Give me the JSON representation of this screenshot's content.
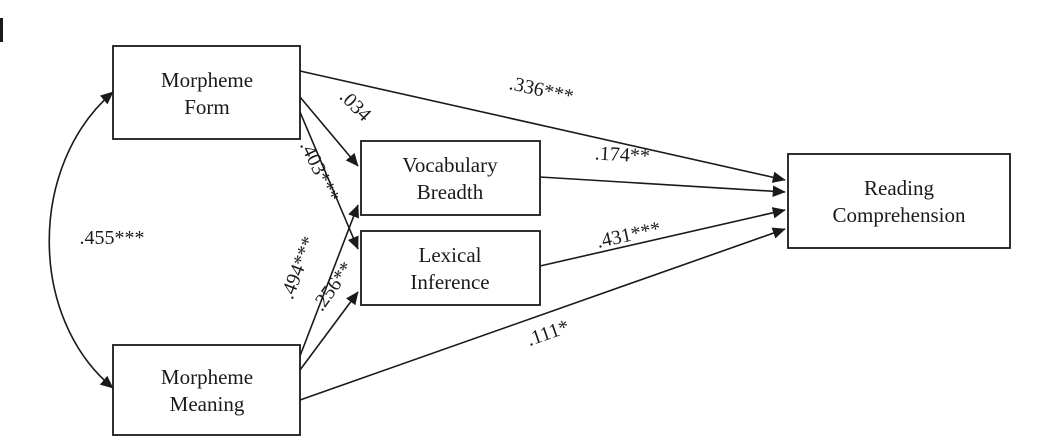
{
  "figure": {
    "type": "path-diagram",
    "colors": {
      "stroke": "#1a1a1a",
      "background": "#ffffff",
      "text": "#1a1a1a"
    },
    "nodes": {
      "morpheme_form": {
        "label": "Morpheme Form",
        "line1": "Morpheme",
        "line2": "Form"
      },
      "morpheme_meaning": {
        "label": "Morpheme Meaning",
        "line1": "Morpheme",
        "line2": "Meaning"
      },
      "vocabulary_breadth": {
        "label": "Vocabulary Breadth",
        "line1": "Vocabulary",
        "line2": "Breadth"
      },
      "lexical_inference": {
        "label": "Lexical Inference",
        "line1": "Lexical",
        "line2": "Inference"
      },
      "reading_comprehension": {
        "label": "Reading Comprehension",
        "line1": "Reading",
        "line2": "Comprehension"
      }
    },
    "edges": {
      "form_meaning": {
        "from": "Morpheme Form",
        "to": "Morpheme Meaning",
        "type": "bidirectional-curve",
        "label": ".455***"
      },
      "form_vocab": {
        "from": "Morpheme Form",
        "to": "Vocabulary Breadth",
        "type": "directed",
        "label": ".034"
      },
      "form_lexical": {
        "from": "Morpheme Form",
        "to": "Lexical Inference",
        "type": "directed",
        "label": ".403***"
      },
      "meaning_vocab": {
        "from": "Morpheme Meaning",
        "to": "Vocabulary Breadth",
        "type": "directed",
        "label": ".494***"
      },
      "meaning_lexical": {
        "from": "Morpheme Meaning",
        "to": "Lexical Inference",
        "type": "directed",
        "label": ".256**"
      },
      "form_reading": {
        "from": "Morpheme Form",
        "to": "Reading Comprehension",
        "type": "directed",
        "label": ".336***"
      },
      "vocab_reading": {
        "from": "Vocabulary Breadth",
        "to": "Reading Comprehension",
        "type": "directed",
        "label": ".174**"
      },
      "lexical_reading": {
        "from": "Lexical Inference",
        "to": "Reading Comprehension",
        "type": "directed",
        "label": ".431***"
      },
      "meaning_reading": {
        "from": "Morpheme Meaning",
        "to": "Reading Comprehension",
        "type": "directed",
        "label": ".111*"
      }
    }
  }
}
